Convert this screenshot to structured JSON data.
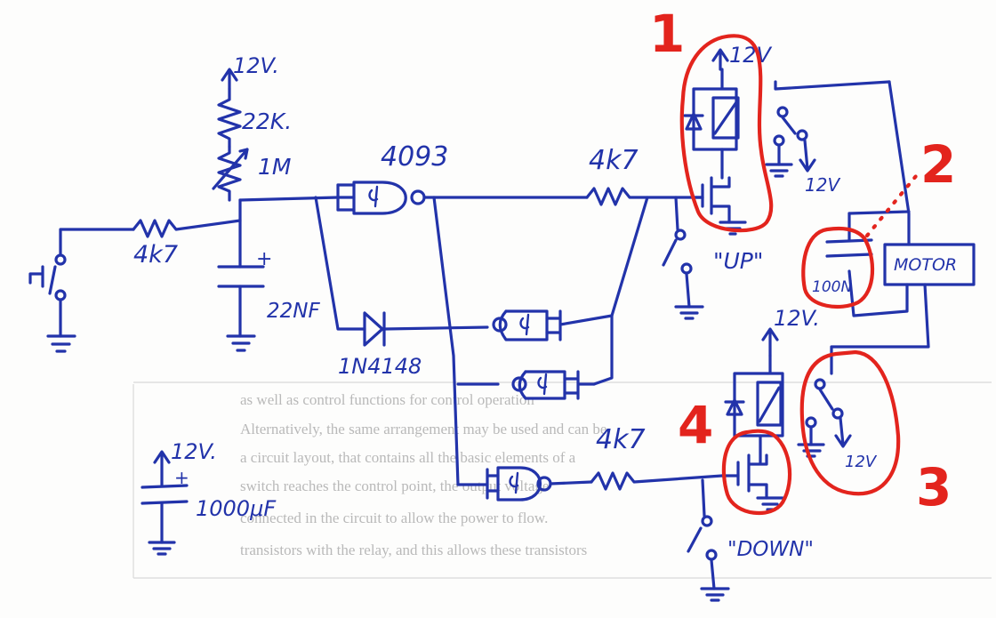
{
  "labels": {
    "supply_12v_top": "12V.",
    "r_22k": "22K.",
    "pot_1m": "1M",
    "r_input": "4k7",
    "cap_plus": "+",
    "cap_22nf": "22NF",
    "gate_4093": "4093",
    "diode_1n4148": "1N4148",
    "r_up": "4k7",
    "r_down": "4k7",
    "relay1_12v": "12V",
    "switch1_12v": "12V",
    "cap_100n": "100N",
    "motor": "MOTOR",
    "relay2_12v": "12V.",
    "switch2_12v": "12V",
    "up_button": "\"UP\"",
    "down_button": "\"DOWN\"",
    "bulk_12v": "12V.",
    "bulk_plus": "+",
    "bulk_1000uf": "1000μF"
  },
  "callouts": {
    "c1": "1",
    "c2": "2",
    "c3": "3",
    "c4": "4"
  },
  "background_text": [
    "as well as control functions for control operation",
    "Alternatively, the same arrangement may be used and can be",
    "a circuit layout, that contains all the basic elements of a",
    "switch reaches the control point, the output voltage",
    "connected in the circuit to allow the power to flow.",
    "transistors with the relay, and this allows these transistors"
  ],
  "colors": {
    "ink": "#2233aa",
    "annotation": "#e3241d"
  }
}
